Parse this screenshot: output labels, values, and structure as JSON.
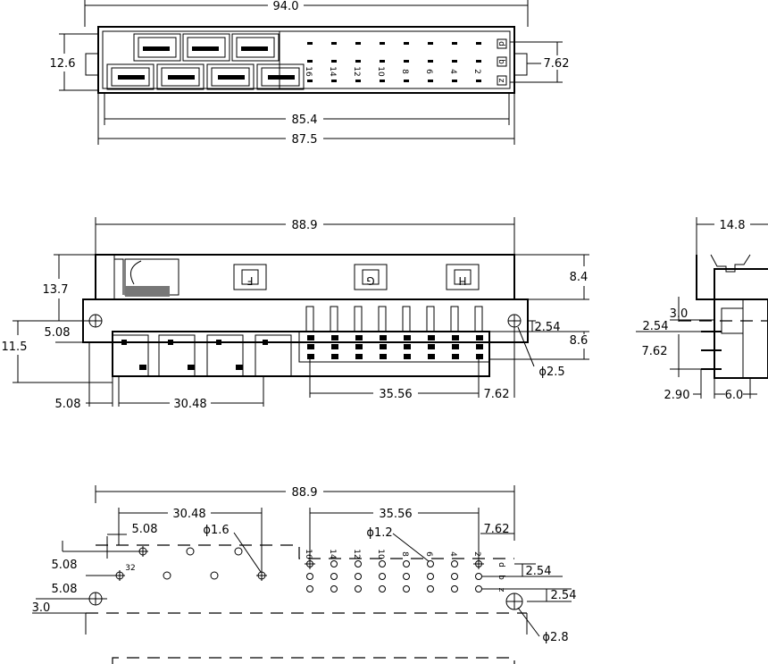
{
  "top_view": {
    "dims": {
      "overall_width": "94.0",
      "height": "12.6",
      "row_pitch": "7.62",
      "body_width": "85.4",
      "flange_width": "87.5"
    },
    "pin_numbers": [
      "16",
      "14",
      "12",
      "10",
      "8",
      "6",
      "4",
      "2"
    ],
    "row_letters": [
      "d",
      "b",
      "z"
    ]
  },
  "front_view": {
    "dims": {
      "width": "88.9",
      "top_height": "13.7",
      "section_height": "8.4",
      "flange_height": "11.5",
      "pin_offset": "5.08",
      "pitch": "2.54",
      "row_height": "8.6",
      "spacing_left": "5.08",
      "power_span": "30.48",
      "signal_span": "35.56",
      "end_offset": "7.62",
      "hole_dia": "ϕ2.5"
    },
    "block_labels": [
      "F",
      "G",
      "H"
    ]
  },
  "side_view": {
    "dims": {
      "depth": "14.8",
      "offset": "3.0",
      "pitch": "2.54",
      "row_spacing": "7.62",
      "tail": "2.90",
      "length": "6.0"
    }
  },
  "footprint": {
    "dims": {
      "width": "88.9",
      "power_span": "30.48",
      "signal_span": "35.56",
      "offset_top": "5.08",
      "power_hole": "ϕ1.6",
      "signal_hole": "ϕ1.2",
      "end_offset": "7.62",
      "left_a": "5.08",
      "left_b": "5.08",
      "left_c": "3.0",
      "pitch_a": "2.54",
      "pitch_b": "2.54",
      "mount_hole": "ϕ2.8"
    },
    "pin_label_32": "32",
    "column_labels": [
      "16",
      "14",
      "12",
      "10",
      "8",
      "6",
      "4",
      "2"
    ],
    "row_letters": [
      "d",
      "b",
      "z"
    ]
  }
}
